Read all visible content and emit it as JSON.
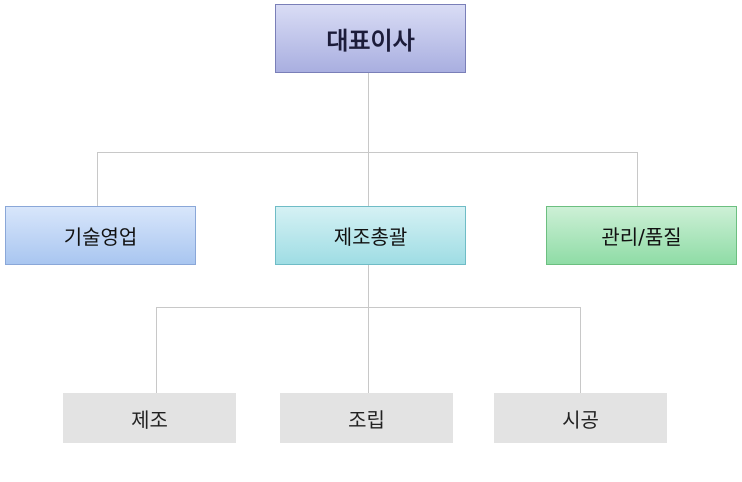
{
  "ceo": {
    "label": "대표이사"
  },
  "divisions": [
    {
      "label": "기술영업"
    },
    {
      "label": "제조총괄"
    },
    {
      "label": "관리/품질"
    }
  ],
  "teams": [
    {
      "label": "제조"
    },
    {
      "label": "조립"
    },
    {
      "label": "시공"
    }
  ],
  "colors": {
    "ceo": "#a9afe0",
    "tech": "#a9c6f0",
    "manufacturing": "#9fdde4",
    "management": "#8fdca6",
    "team": "#e3e3e3",
    "connector": "#c8c8c8"
  }
}
